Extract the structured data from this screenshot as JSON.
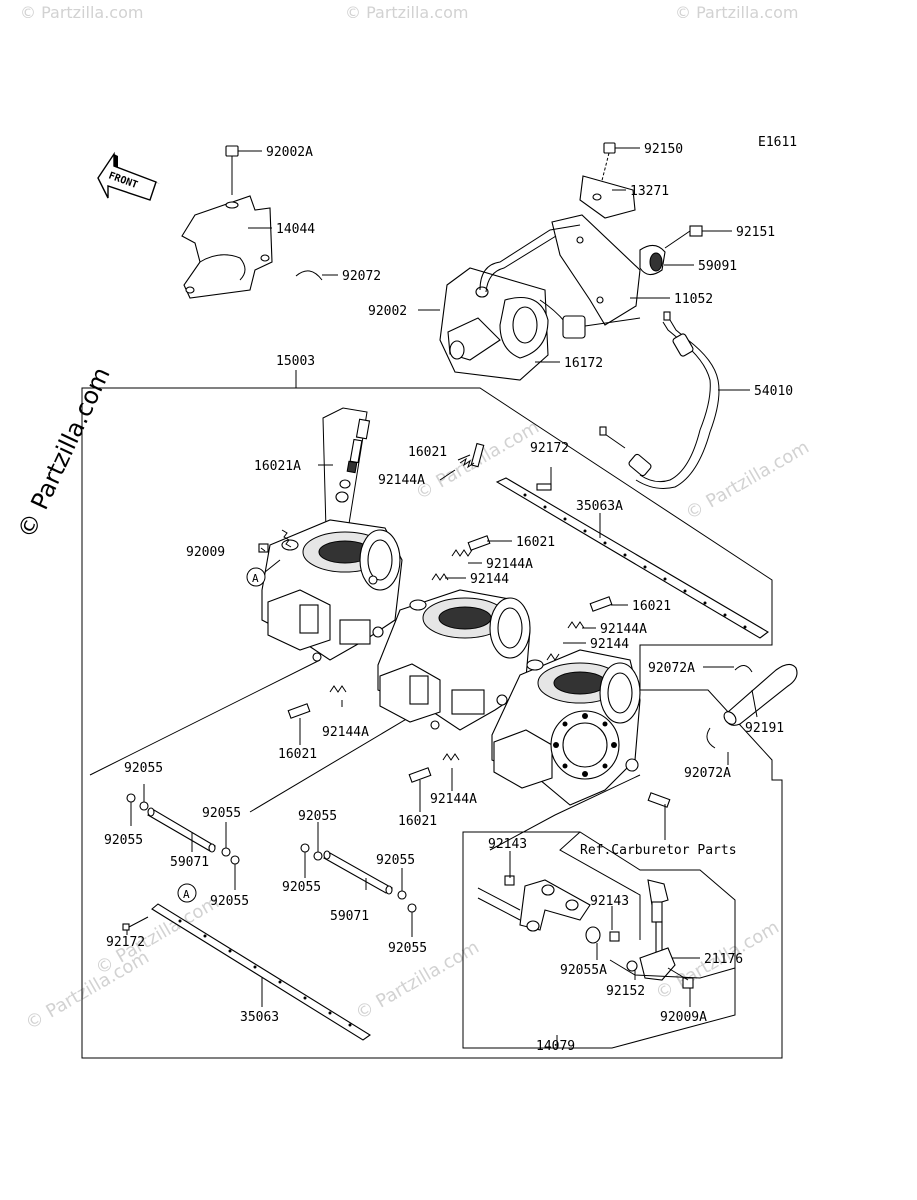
{
  "diagram_code": "E1611",
  "front_label": "FRONT",
  "watermark": "© Partzilla.com",
  "ref_note": "Ref.Carburetor Parts",
  "parts": {
    "p92002A": "92002A",
    "p14044": "14044",
    "p92072": "92072",
    "p15003": "15003",
    "p92150": "92150",
    "p13271": "13271",
    "p92151": "92151",
    "p59091": "59091",
    "p92002": "92002",
    "p11052": "11052",
    "p16172": "16172",
    "p54010": "54010",
    "p16021_top": "16021",
    "p92144A_top": "92144A",
    "p16021A": "16021A",
    "p92172_top": "92172",
    "p35063A": "35063A",
    "p92009": "92009",
    "p16021_b": "16021",
    "p92144A_b": "92144A",
    "p92144_b": "92144",
    "p16021_c": "16021",
    "p92144A_c": "92144A",
    "p92144_c": "92144",
    "p92072A": "92072A",
    "p92191": "92191",
    "p92072A_b": "92072A",
    "p92144A_d": "92144A",
    "p16021_d": "16021",
    "p92144A_e": "92144A",
    "p16021_e": "16021",
    "p92055_a": "92055",
    "p92055_b": "92055",
    "p92055_c": "92055",
    "p59071_a": "59071",
    "p92055_d": "92055",
    "p92055_e": "92055",
    "p92055_f": "92055",
    "p92055_g": "92055",
    "p92055_h": "92055",
    "p59071_b": "59071",
    "p92143_a": "92143",
    "p92143_b": "92143",
    "p92055A": "92055A",
    "p21176": "21176",
    "p92152": "92152",
    "p92009A": "92009A",
    "p92172_bot": "92172",
    "p35063": "35063",
    "p14079": "14079"
  },
  "callout_a": "A",
  "callout_a2": "A"
}
